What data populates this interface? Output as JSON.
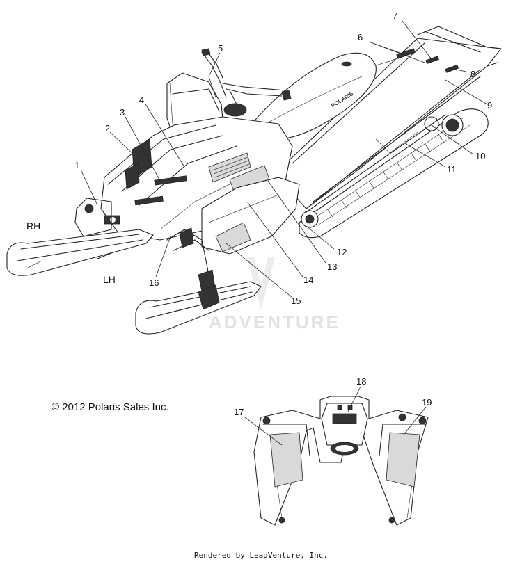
{
  "callouts": [
    {
      "num": "1"
    },
    {
      "num": "2"
    },
    {
      "num": "3"
    },
    {
      "num": "4"
    },
    {
      "num": "5"
    },
    {
      "num": "6"
    },
    {
      "num": "7"
    },
    {
      "num": "8"
    },
    {
      "num": "9"
    },
    {
      "num": "10"
    },
    {
      "num": "11"
    },
    {
      "num": "12"
    },
    {
      "num": "13"
    },
    {
      "num": "14"
    },
    {
      "num": "15"
    },
    {
      "num": "16"
    },
    {
      "num": "17"
    },
    {
      "num": "18"
    },
    {
      "num": "19"
    }
  ],
  "side_labels": {
    "right": "RH",
    "left": "LH"
  },
  "seat_brand": "POLARIS",
  "watermark": "ADVENTURE",
  "copyright": "© 2012 Polaris Sales Inc.",
  "footer": "Rendered by LeadVenture, Inc."
}
